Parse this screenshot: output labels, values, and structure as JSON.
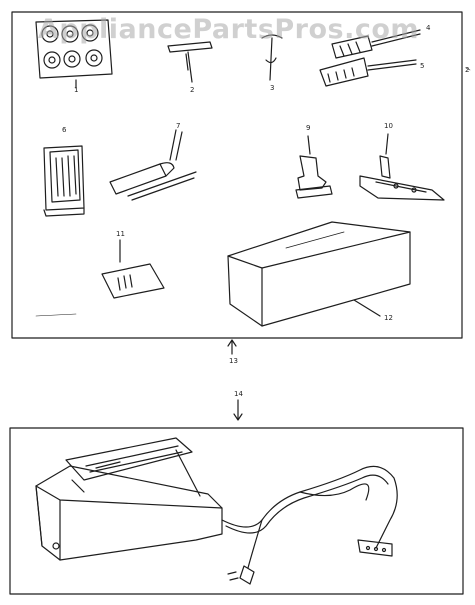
{
  "watermark": "AppliancePartsPros.com",
  "callouts": {
    "c1": "1",
    "c2": "2",
    "c3": "3",
    "c4": "4",
    "c5": "5",
    "c6": "6",
    "c7": "7",
    "c9": "9",
    "c10": "10",
    "c11": "11",
    "c12": "12",
    "c13": "13",
    "c14": "14",
    "c2b": "2"
  },
  "colors": {
    "ink": "#1e1e1e",
    "paper": "#ffffff"
  }
}
